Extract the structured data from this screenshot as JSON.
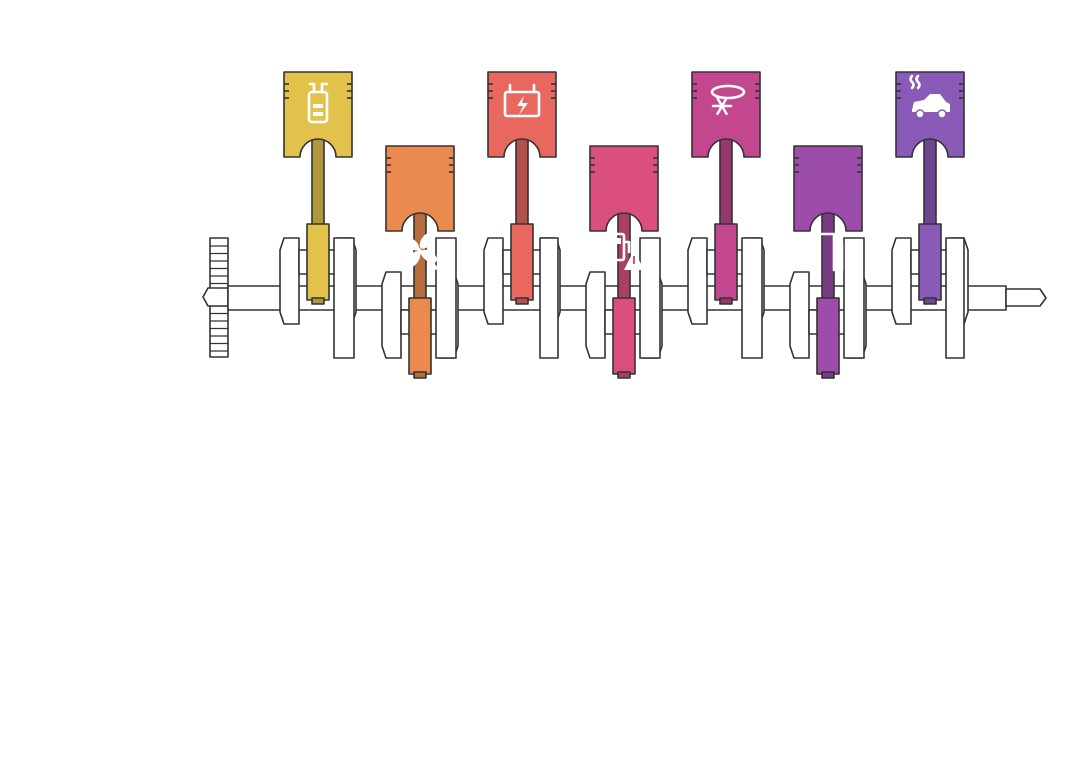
{
  "diagram": {
    "type": "crankshaft-infographic",
    "pistons": [
      {
        "icon": "battery-charging-icon",
        "color": "#E2C24A",
        "position": "up"
      },
      {
        "icon": "fan-off-icon",
        "color": "#EB8A4E",
        "position": "down"
      },
      {
        "icon": "battery-warning-icon",
        "color": "#E86860",
        "position": "up"
      },
      {
        "icon": "fuel-warning-icon",
        "color": "#DB4F7F",
        "position": "down"
      },
      {
        "icon": "coolant-cold-icon",
        "color": "#C2478F",
        "position": "up"
      },
      {
        "icon": "door-open-icon",
        "color": "#9C4CAB",
        "position": "down"
      },
      {
        "icon": "car-overheat-icon",
        "color": "#8A5AB8",
        "position": "up"
      }
    ],
    "crankshaft_color": "#FFFFFF",
    "outline_color": "#333333"
  }
}
